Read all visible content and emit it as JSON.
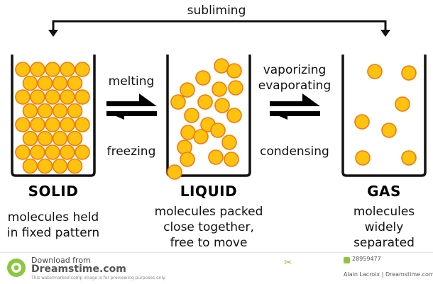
{
  "top_label": "subliming",
  "transitions": {
    "left_forward": "melting",
    "left_reverse": "freezing",
    "right_forward_1": "vaporizing",
    "right_forward_2": "evaporating",
    "right_reverse": "condensing"
  },
  "states": [
    {
      "name": "SOLID",
      "desc": [
        "molecules held",
        "in fixed pattern"
      ]
    },
    {
      "name": "LIQUID",
      "desc": [
        "molecules packed",
        "close together,",
        "free to move"
      ]
    },
    {
      "name": "GAS",
      "desc": [
        "molecules",
        "widely",
        "separated"
      ]
    }
  ],
  "colors": {
    "molecule_fill": "#FFC20E",
    "molecule_stroke": "#F07A10",
    "outline": "#111111",
    "brand_green": "#8DC63F"
  },
  "icons": {
    "transition_arrows": "double-arrow-icon",
    "logo": "dreamstime-logo-icon",
    "scissor": "scissor-icon"
  },
  "footer": {
    "download_from": "Download from",
    "site": "Dreamstime.com",
    "notice": "This watermarked comp image is for previewing purposes only.",
    "image_id": "28959477",
    "credit": "Alain Lacroix | Dreamstime.com"
  }
}
